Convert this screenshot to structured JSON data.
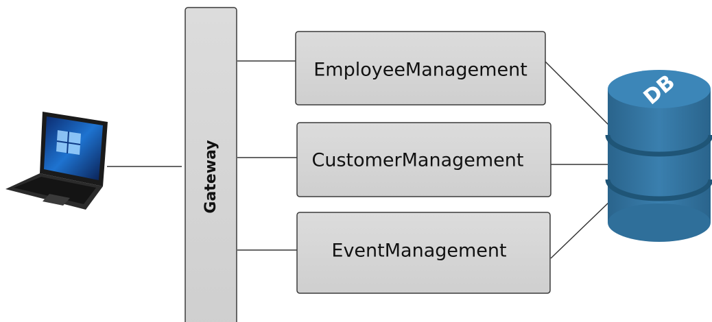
{
  "gateway": {
    "label": "Gateway"
  },
  "services": [
    {
      "label": "EmployeeManagement"
    },
    {
      "label": "CustomerManagement"
    },
    {
      "label": "EventManagement"
    }
  ],
  "database": {
    "label": "DB"
  },
  "colors": {
    "box_fill": "#d9d9d9",
    "box_stroke": "#3a3a3a",
    "db_body": "#2f6f9a",
    "db_top": "#3c86b8",
    "db_bands": "#1f5577",
    "line": "#333333"
  },
  "icons": {
    "client": "laptop-icon",
    "database": "database-cylinder-icon"
  }
}
